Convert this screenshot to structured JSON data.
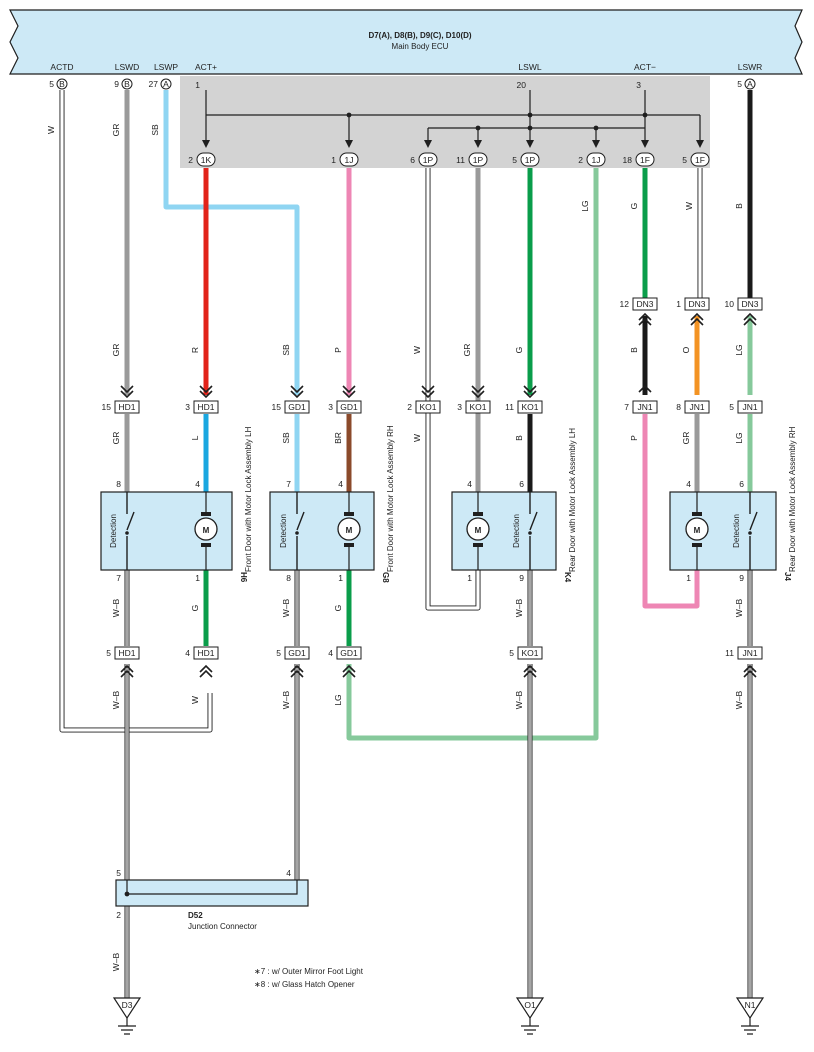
{
  "ecu": {
    "title": "D7(A), D8(B), D9(C), D10(D)",
    "subtitle": "Main Body ECU",
    "signals": [
      "ACTD",
      "LSWD",
      "LSWP",
      "ACT+",
      "LSWL",
      "ACT−",
      "LSWR"
    ],
    "pins": [
      "5",
      "9",
      "27",
      "1",
      "20",
      "3",
      "5"
    ],
    "ports": [
      "B",
      "B",
      "A",
      "A"
    ]
  },
  "joint": {
    "pins": [
      "2",
      "1",
      "6",
      "11",
      "5",
      "2",
      "18",
      "5"
    ],
    "ids": [
      "1K",
      "1J",
      "1P",
      "1P",
      "1P",
      "1J",
      "1F",
      "1F"
    ]
  },
  "wires": {
    "colors": [
      "W",
      "GR",
      "SB",
      "LG",
      "G",
      "W",
      "B"
    ],
    "mid": [
      "GR",
      "R",
      "SB",
      "P",
      "W",
      "GR",
      "G",
      "B",
      "O",
      "LG"
    ],
    "door": [
      "GR",
      "L",
      "SB",
      "BR",
      "W",
      "B",
      "P",
      "GR",
      "LG"
    ],
    "lower": [
      "W–B",
      "G",
      "W–B",
      "G",
      "W–B",
      "W–B"
    ],
    "ground": [
      "W–B",
      "W",
      "W–B",
      "LG",
      "W–B",
      "W–B",
      "W–B"
    ]
  },
  "connectors": {
    "dn3": [
      {
        "pin": "12",
        "id": "DN3"
      },
      {
        "pin": "1",
        "id": "DN3"
      },
      {
        "pin": "10",
        "id": "DN3"
      }
    ],
    "upper": [
      {
        "pin": "15",
        "id": "HD1"
      },
      {
        "pin": "3",
        "id": "HD1"
      },
      {
        "pin": "15",
        "id": "GD1"
      },
      {
        "pin": "3",
        "id": "GD1"
      },
      {
        "pin": "2",
        "id": "KO1"
      },
      {
        "pin": "3",
        "id": "KO1"
      },
      {
        "pin": "11",
        "id": "KO1"
      },
      {
        "pin": "7",
        "id": "JN1"
      },
      {
        "pin": "8",
        "id": "JN1"
      },
      {
        "pin": "5",
        "id": "JN1"
      }
    ],
    "lower": [
      {
        "pin": "5",
        "id": "HD1"
      },
      {
        "pin": "4",
        "id": "HD1"
      },
      {
        "pin": "5",
        "id": "GD1"
      },
      {
        "pin": "4",
        "id": "GD1"
      },
      {
        "pin": "5",
        "id": "KO1"
      },
      {
        "pin": "11",
        "id": "JN1"
      }
    ]
  },
  "actuators": [
    {
      "code": "H6",
      "name": "Front Door with Motor Lock Assembly LH",
      "detection": "Detection",
      "motor": "M",
      "pins_top": [
        "8",
        "4"
      ],
      "pins_bottom": [
        "7",
        "1"
      ]
    },
    {
      "code": "G8",
      "name": "Front Door with Motor Lock Assembly RH",
      "detection": "Detection",
      "motor": "M",
      "pins_top": [
        "7",
        "4"
      ],
      "pins_bottom": [
        "8",
        "1"
      ]
    },
    {
      "code": "K4",
      "name": "Rear Door with Motor Lock Assembly LH",
      "detection": "Detection",
      "motor": "M",
      "pins_top": [
        "4",
        "6"
      ],
      "pins_bottom": [
        "1",
        "9"
      ]
    },
    {
      "code": "J4",
      "name": "Rear Door with Motor Lock Assembly RH",
      "detection": "Detection",
      "motor": "M",
      "pins_top": [
        "4",
        "6"
      ],
      "pins_bottom": [
        "1",
        "9"
      ]
    }
  ],
  "junction": {
    "code": "D52",
    "name": "Junction Connector",
    "pins": [
      "5",
      "4",
      "2"
    ]
  },
  "notes": [
    "∗7 : w/ Outer Mirror Foot Light",
    "∗8 : w/ Glass Hatch Opener"
  ],
  "grounds": [
    "D3",
    "O1",
    "N1"
  ],
  "colors": {
    "panel_fill": "#cde9f6",
    "panel_stroke": "#1f1f1f",
    "shade": "#d3d3d3",
    "wire_W": "#ffffff",
    "wire_GR": "#9a9a9a",
    "wire_SB": "#8fd5f2",
    "wire_R": "#e2231a",
    "wire_P": "#ee86b4",
    "wire_G": "#0a9d4a",
    "wire_LG": "#86c99b",
    "wire_B": "#1a1a1a",
    "wire_L": "#1aa7e0",
    "wire_BR": "#8b4a2b",
    "wire_O": "#f39323"
  }
}
